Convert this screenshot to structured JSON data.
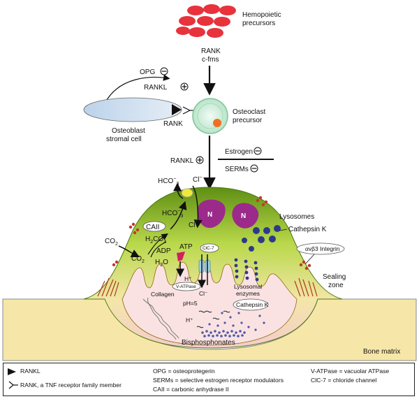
{
  "labels": {
    "hemopoietic": [
      "Hemopoietic",
      "precursors"
    ],
    "rank_cfms": [
      "RANK",
      "c-fms"
    ],
    "opg": "OPG",
    "rankl_top": "RANKL",
    "osteoblast": [
      "Osteoblast",
      "stromal cell"
    ],
    "rank_left": "RANK",
    "osteoclast_precursor": [
      "Osteoclast",
      "precursor"
    ],
    "estrogen": "Estrogen",
    "serms": "SERMs",
    "rankl_mid": "RANKL",
    "hco3_top": "HCO",
    "hco3_top_sub": "3",
    "hco3_top_sup": "−",
    "cl_top": "Cl",
    "cl_top_sup": "−",
    "hco3_mid": "HCO",
    "hco3_mid_sub": "3",
    "hco3_mid_sup": "−",
    "cl_mid": "Cl",
    "cl_mid_sup": "−",
    "nucleus": "N",
    "lysosomes": "Lysosomes",
    "cathepsin_k": "Cathepsin K",
    "caii": "CAII",
    "co2_out": "CO",
    "co2_out_sub": "2",
    "h2co3": [
      "H",
      "2",
      "CO",
      "3"
    ],
    "co2_in": "CO",
    "co2_in_sub": "2",
    "adp": "ADP",
    "h2o": [
      "H",
      "2",
      "O"
    ],
    "atp": "ATP",
    "cic7": "ClC-7",
    "integrin": "αvβ3 Integrin",
    "sealing_zone": [
      "Sealing",
      "zone"
    ],
    "h_plus_1": "H⁺",
    "vatpase": "V-ATPase",
    "cl_low": "Cl⁻",
    "collagen": "Collagen",
    "ph": "pH=5",
    "h_plus_2": "H⁺",
    "lysosomal_enzymes": [
      "Lysosomal",
      "enzymes"
    ],
    "cathepsin_k_lower": "Cathepsin K",
    "bisphosphonates": "Bisphosphonates",
    "bone_matrix": "Bone matrix",
    "minus": "−",
    "plus": "+"
  },
  "legend": {
    "rankl": "RANKL",
    "rank": "RANK, a TNF receptor family member",
    "opg": "OPG = osteoprotegerin",
    "serms": "SERMs = selective estrogen receptor modulators",
    "caii": "CAII = carbonic anhydrase II",
    "vatpase": "V-ATPase = vacuolar ATPase",
    "cic7": "ClC-7 = chloride channel"
  },
  "colors": {
    "red_cell": "#e8323c",
    "osteoblast": "#cfe0f0",
    "precursor": "#d7f0e2",
    "precursor_nucleus": "#f07020",
    "osteoclast_top": "#6a9a1a",
    "osteoclast_bottom": "#f3c9c9",
    "nucleus": "#9b2a8a",
    "bone": "#f6e7a8",
    "lysosome": "#2c3a8a",
    "atp": "#d02060",
    "channel": "#9fd6e8",
    "sealing": "#c0392b"
  }
}
